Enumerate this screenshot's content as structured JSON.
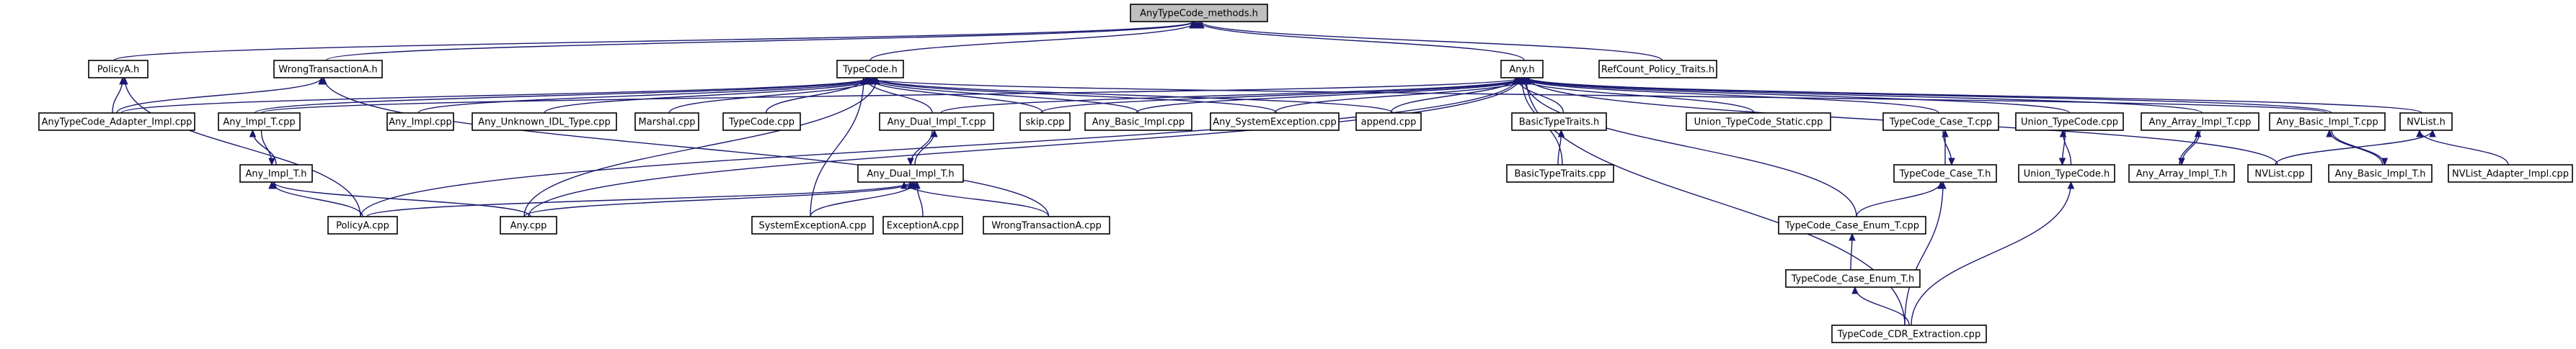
{
  "graph": {
    "title": "AnyTypeCode_methods.h",
    "nodes": [
      {
        "id": "root",
        "label": "AnyTypeCode_methods.h",
        "root": true
      },
      {
        "id": "policyA_h",
        "label": "PolicyA.h"
      },
      {
        "id": "wrongTxA_h",
        "label": "WrongTransactionA.h"
      },
      {
        "id": "typecode_h",
        "label": "TypeCode.h"
      },
      {
        "id": "any_h",
        "label": "Any.h"
      },
      {
        "id": "refcount",
        "label": "RefCount_Policy_Traits.h"
      },
      {
        "id": "adapter_cpp",
        "label": "AnyTypeCode_Adapter_Impl.cpp"
      },
      {
        "id": "anyimplT_cpp",
        "label": "Any_Impl_T.cpp"
      },
      {
        "id": "anyimpl_cpp",
        "label": "Any_Impl.cpp"
      },
      {
        "id": "unknownidl_cpp",
        "label": "Any_Unknown_IDL_Type.cpp"
      },
      {
        "id": "marshal_cpp",
        "label": "Marshal.cpp"
      },
      {
        "id": "typecode_cpp",
        "label": "TypeCode.cpp"
      },
      {
        "id": "dualimplT_cpp",
        "label": "Any_Dual_Impl_T.cpp"
      },
      {
        "id": "skip_cpp",
        "label": "skip.cpp"
      },
      {
        "id": "basicimpl_cpp",
        "label": "Any_Basic_Impl.cpp"
      },
      {
        "id": "sysexc_cpp",
        "label": "Any_SystemException.cpp"
      },
      {
        "id": "append_cpp",
        "label": "append.cpp"
      },
      {
        "id": "basictraits_h",
        "label": "BasicTypeTraits.h"
      },
      {
        "id": "unionstatic_cpp",
        "label": "Union_TypeCode_Static.cpp"
      },
      {
        "id": "tccaseT_cpp",
        "label": "TypeCode_Case_T.cpp"
      },
      {
        "id": "uniontc_cpp",
        "label": "Union_TypeCode.cpp"
      },
      {
        "id": "arrayimplT_cpp",
        "label": "Any_Array_Impl_T.cpp"
      },
      {
        "id": "basicimplT_cpp",
        "label": "Any_Basic_Impl_T.cpp"
      },
      {
        "id": "nvlist_h",
        "label": "NVList.h"
      },
      {
        "id": "anyimplT_h",
        "label": "Any_Impl_T.h"
      },
      {
        "id": "dualimplT_h",
        "label": "Any_Dual_Impl_T.h"
      },
      {
        "id": "basictraits_cpp",
        "label": "BasicTypeTraits.cpp"
      },
      {
        "id": "tccaseT_h",
        "label": "TypeCode_Case_T.h"
      },
      {
        "id": "uniontc_h",
        "label": "Union_TypeCode.h"
      },
      {
        "id": "arrayimplT_h",
        "label": "Any_Array_Impl_T.h"
      },
      {
        "id": "nvlist_cpp",
        "label": "NVList.cpp"
      },
      {
        "id": "basicimplT_h",
        "label": "Any_Basic_Impl_T.h"
      },
      {
        "id": "nvadapter_cpp",
        "label": "NVList_Adapter_Impl.cpp"
      },
      {
        "id": "policyA_cpp",
        "label": "PolicyA.cpp"
      },
      {
        "id": "any_cpp",
        "label": "Any.cpp"
      },
      {
        "id": "sysexcA_cpp",
        "label": "SystemExceptionA.cpp"
      },
      {
        "id": "excA_cpp",
        "label": "ExceptionA.cpp"
      },
      {
        "id": "wrongTxA_cpp",
        "label": "WrongTransactionA.cpp"
      },
      {
        "id": "tccaseenumT_cpp",
        "label": "TypeCode_Case_Enum_T.cpp"
      },
      {
        "id": "tccaseenumT_h",
        "label": "TypeCode_Case_Enum_T.h"
      },
      {
        "id": "cdrextract_cpp",
        "label": "TypeCode_CDR_Extraction.cpp"
      }
    ],
    "edges": [
      [
        "policyA_h",
        "root"
      ],
      [
        "wrongTxA_h",
        "root"
      ],
      [
        "typecode_h",
        "root"
      ],
      [
        "any_h",
        "root"
      ],
      [
        "refcount",
        "root"
      ],
      [
        "adapter_cpp",
        "policyA_h"
      ],
      [
        "policyA_cpp",
        "policyA_h"
      ],
      [
        "adapter_cpp",
        "wrongTxA_h"
      ],
      [
        "wrongTxA_cpp",
        "wrongTxA_h"
      ],
      [
        "adapter_cpp",
        "typecode_h"
      ],
      [
        "anyimplT_cpp",
        "typecode_h"
      ],
      [
        "anyimpl_cpp",
        "typecode_h"
      ],
      [
        "unknownidl_cpp",
        "typecode_h"
      ],
      [
        "marshal_cpp",
        "typecode_h"
      ],
      [
        "typecode_cpp",
        "typecode_h"
      ],
      [
        "dualimplT_cpp",
        "typecode_h"
      ],
      [
        "skip_cpp",
        "typecode_h"
      ],
      [
        "basicimpl_cpp",
        "typecode_h"
      ],
      [
        "sysexc_cpp",
        "typecode_h"
      ],
      [
        "append_cpp",
        "typecode_h"
      ],
      [
        "any_cpp",
        "typecode_h"
      ],
      [
        "sysexcA_cpp",
        "typecode_h"
      ],
      [
        "basicimplT_cpp",
        "typecode_h"
      ],
      [
        "anyimplT_cpp",
        "any_h"
      ],
      [
        "dualimplT_cpp",
        "any_h"
      ],
      [
        "skip_cpp",
        "any_h"
      ],
      [
        "basicimpl_cpp",
        "any_h"
      ],
      [
        "sysexc_cpp",
        "any_h"
      ],
      [
        "append_cpp",
        "any_h"
      ],
      [
        "basictraits_h",
        "any_h"
      ],
      [
        "unionstatic_cpp",
        "any_h"
      ],
      [
        "tccaseT_cpp",
        "any_h"
      ],
      [
        "uniontc_cpp",
        "any_h"
      ],
      [
        "arrayimplT_cpp",
        "any_h"
      ],
      [
        "basicimplT_cpp",
        "any_h"
      ],
      [
        "nvlist_h",
        "any_h"
      ],
      [
        "policyA_cpp",
        "any_h"
      ],
      [
        "any_cpp",
        "any_h"
      ],
      [
        "basictraits_cpp",
        "any_h"
      ],
      [
        "tccaseenumT_cpp",
        "any_h"
      ],
      [
        "cdrextract_cpp",
        "any_h"
      ],
      [
        "nvlist_cpp",
        "any_h"
      ],
      [
        "anyimplT_h",
        "anyimplT_cpp"
      ],
      [
        "anyimplT_cpp",
        "anyimplT_h"
      ],
      [
        "dualimplT_h",
        "dualimplT_cpp"
      ],
      [
        "dualimplT_cpp",
        "dualimplT_h"
      ],
      [
        "basictraits_cpp",
        "basictraits_h"
      ],
      [
        "tccaseT_h",
        "tccaseT_cpp"
      ],
      [
        "tccaseT_cpp",
        "tccaseT_h"
      ],
      [
        "uniontc_h",
        "uniontc_cpp"
      ],
      [
        "uniontc_cpp",
        "uniontc_h"
      ],
      [
        "arrayimplT_h",
        "arrayimplT_cpp"
      ],
      [
        "arrayimplT_cpp",
        "arrayimplT_h"
      ],
      [
        "basicimplT_h",
        "basicimplT_cpp"
      ],
      [
        "basicimplT_cpp",
        "basicimplT_h"
      ],
      [
        "nvlist_cpp",
        "nvlist_h"
      ],
      [
        "nvadapter_cpp",
        "nvlist_h"
      ],
      [
        "policyA_cpp",
        "anyimplT_h"
      ],
      [
        "any_cpp",
        "anyimplT_h"
      ],
      [
        "policyA_cpp",
        "dualimplT_h"
      ],
      [
        "any_cpp",
        "dualimplT_h"
      ],
      [
        "sysexcA_cpp",
        "dualimplT_h"
      ],
      [
        "excA_cpp",
        "dualimplT_h"
      ],
      [
        "wrongTxA_cpp",
        "dualimplT_h"
      ],
      [
        "tccaseenumT_cpp",
        "tccaseT_h"
      ],
      [
        "cdrextract_cpp",
        "tccaseT_h"
      ],
      [
        "tccaseenumT_h",
        "tccaseenumT_cpp"
      ],
      [
        "cdrextract_cpp",
        "tccaseenumT_h"
      ],
      [
        "cdrextract_cpp",
        "uniontc_h"
      ]
    ]
  }
}
